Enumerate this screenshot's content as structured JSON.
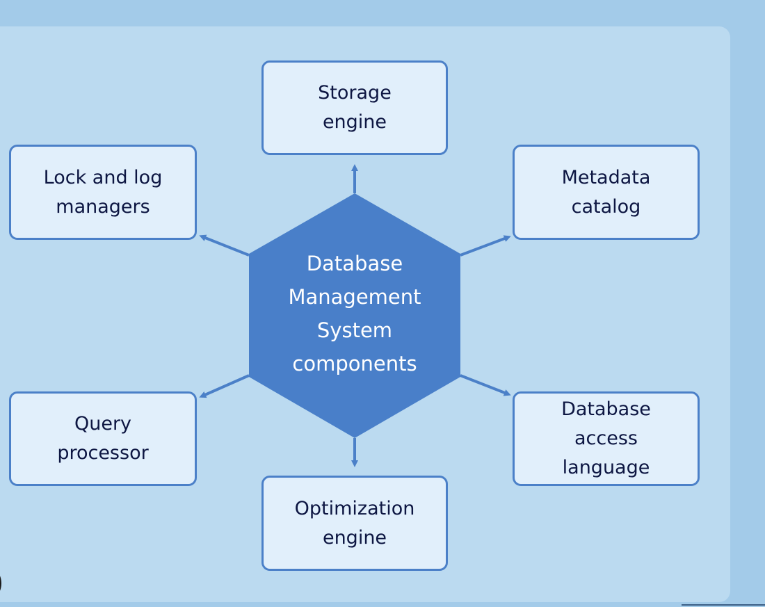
{
  "hub": {
    "label": "Database\nManagement\nSystem\ncomponents",
    "color": "#497fc9"
  },
  "components": {
    "storage_engine": "Storage\nengine",
    "lock_log_managers": "Lock and log\nmanagers",
    "metadata_catalog": "Metadata\ncatalog",
    "query_processor": "Query\nprocessor",
    "database_access_language": "Database\naccess\nlanguage",
    "optimization_engine": "Optimization\nengine"
  },
  "colors": {
    "background": "#a3cbe9",
    "panel": "#bbdaf0",
    "box_fill": "#e1effb",
    "box_border": "#4b80c8",
    "arrow": "#4b80c8",
    "box_text": "#0d1642",
    "hub_text": "#ffffff"
  }
}
